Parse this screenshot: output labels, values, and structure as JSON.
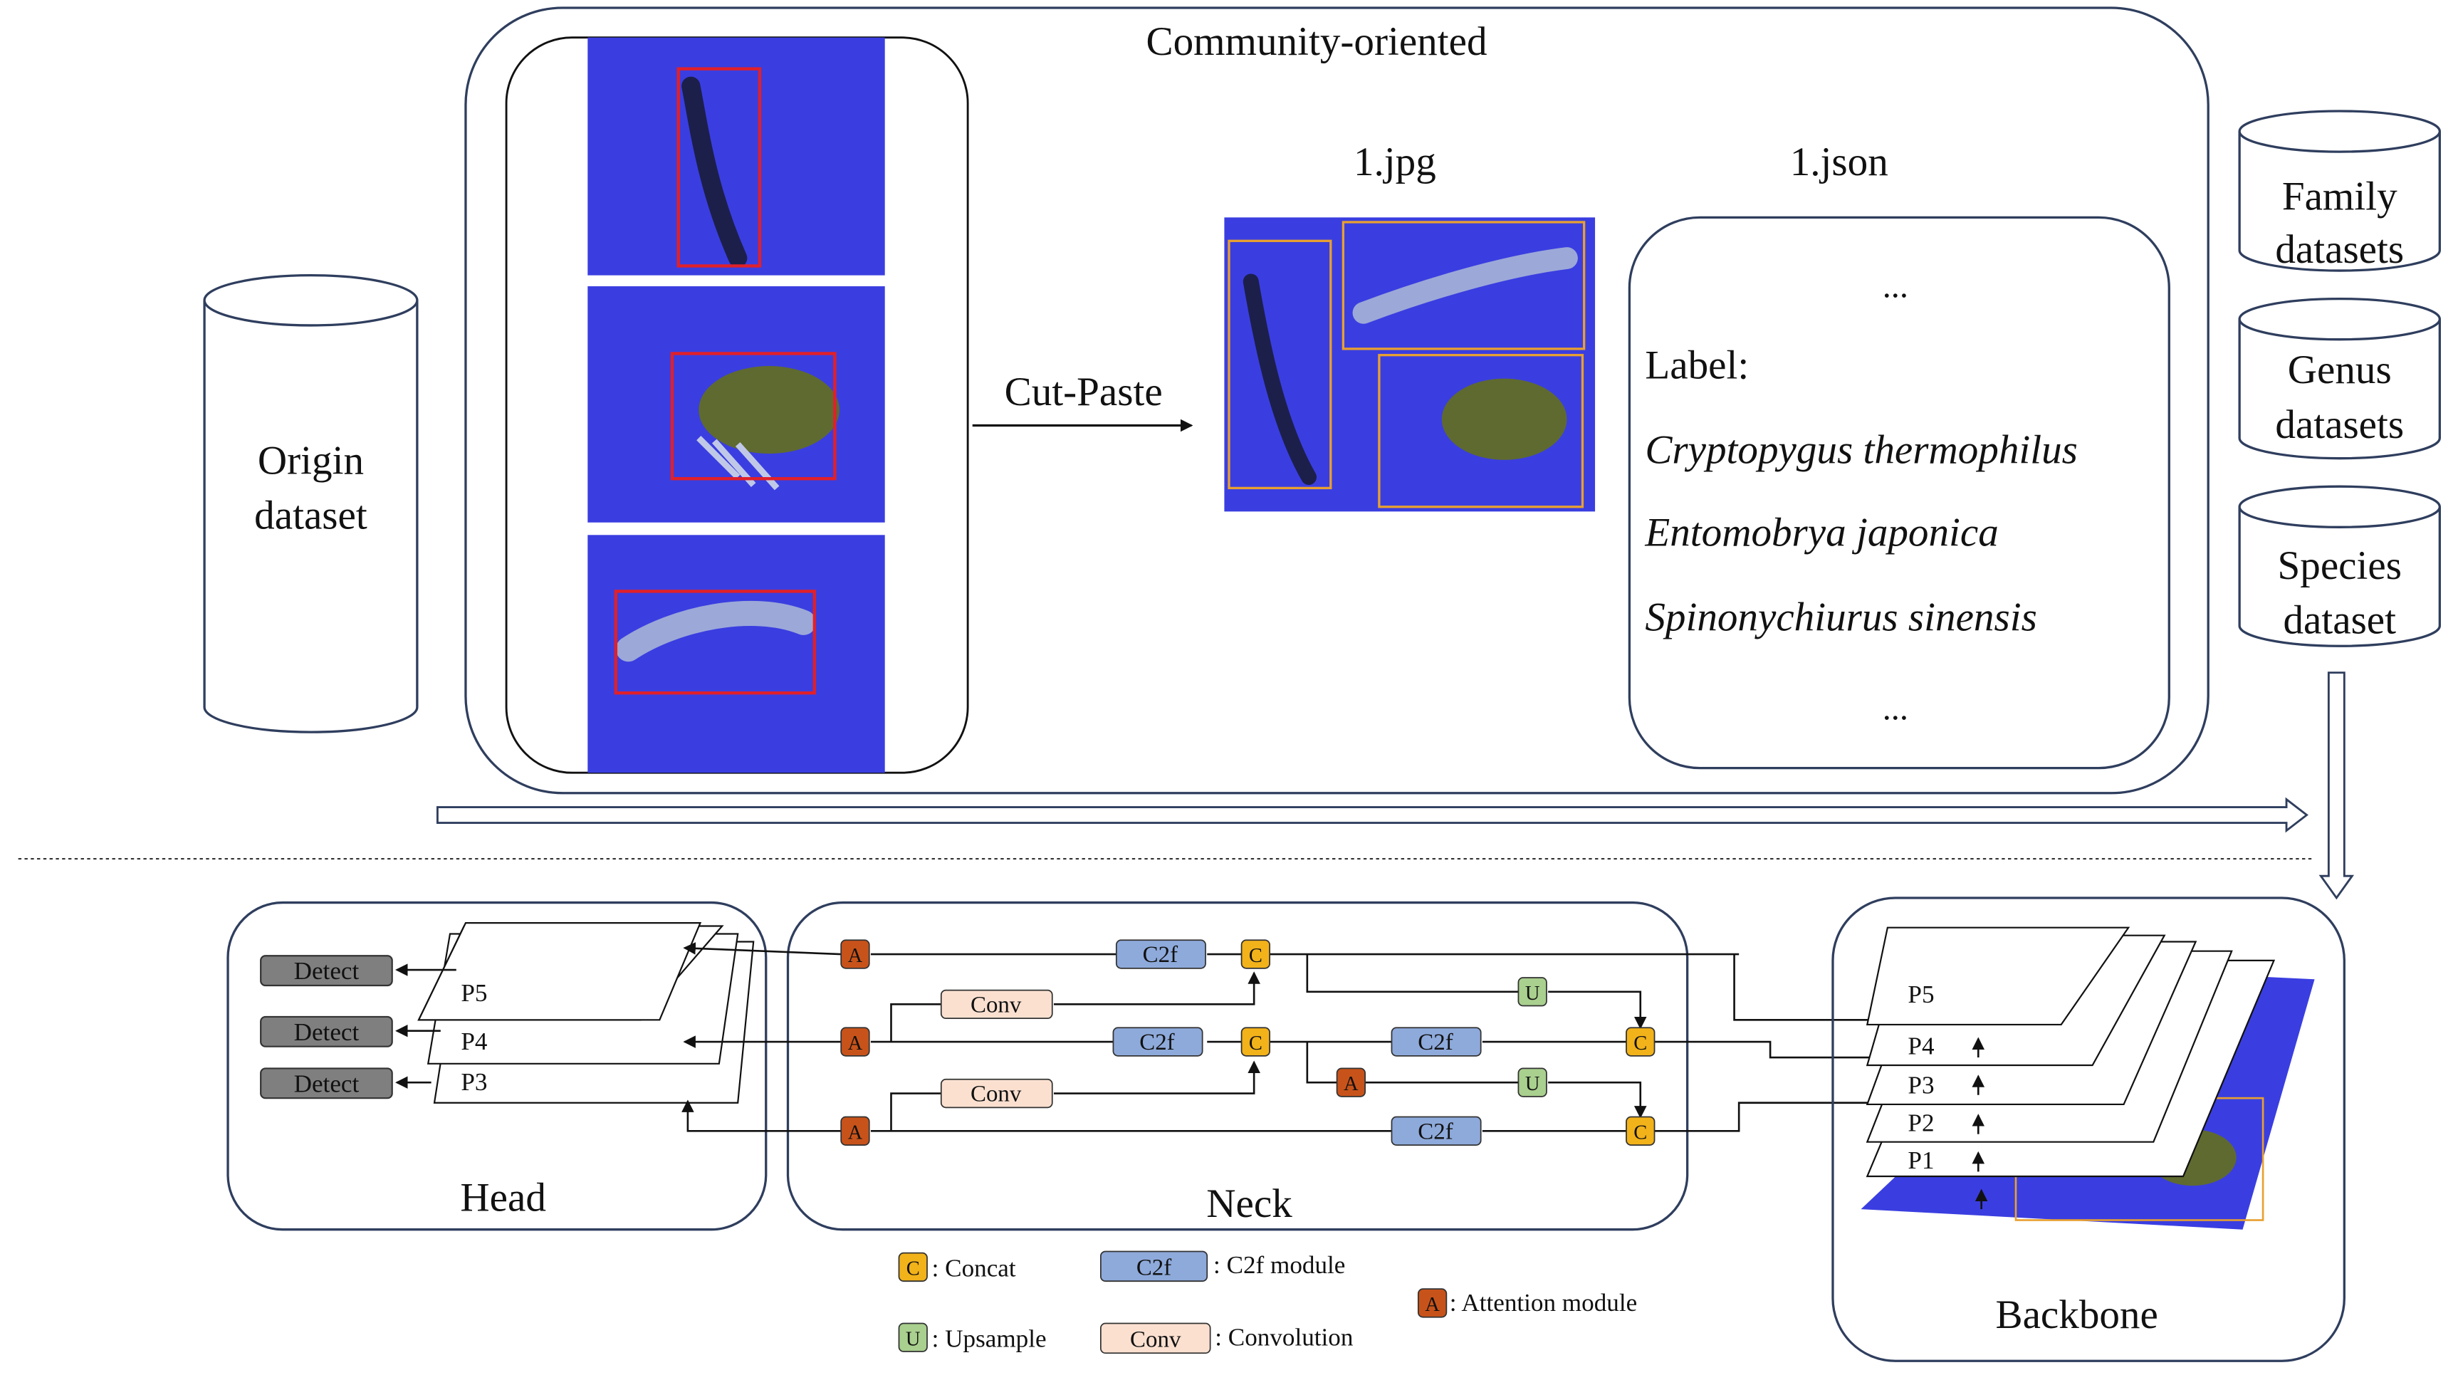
{
  "top": {
    "title": "Community-oriented",
    "origin_dataset": [
      "Origin",
      "dataset"
    ],
    "cut_paste_label": "Cut-Paste",
    "image_file_label": "1.jpg",
    "json_file_label": "1.json",
    "json_box": {
      "ellipsis_top": "...",
      "label_key": "Label:",
      "species": [
        "Cryptopygus thermophilus",
        "Entomobrya japonica",
        "Spinonychiurus sinensis"
      ],
      "ellipsis_bottom": "..."
    },
    "datasets": [
      {
        "line1": "Family",
        "line2": "datasets"
      },
      {
        "line1": "Genus",
        "line2": "datasets"
      },
      {
        "line1": "Species",
        "line2": "dataset"
      }
    ],
    "colors": {
      "specimen_bg": "#3a3ee0",
      "bbox_source": "#e0202a",
      "bbox_pasted": "#e8a030",
      "outline": "#2f3e5e"
    }
  },
  "bottom": {
    "head": {
      "title": "Head",
      "detect_labels": [
        "Detect",
        "Detect",
        "Detect"
      ],
      "levels": [
        "P5",
        "P4",
        "P3"
      ]
    },
    "neck": {
      "title": "Neck",
      "attention": "A",
      "concat": "C",
      "upsample": "U",
      "c2f": "C2f",
      "conv": "Conv"
    },
    "backbone": {
      "title": "Backbone",
      "levels": [
        "P5",
        "P4",
        "P3",
        "P2",
        "P1"
      ]
    },
    "legend": [
      {
        "symbol": "C",
        "text": ": Concat",
        "kind": "concat"
      },
      {
        "symbol": "C2f",
        "text": ": C2f module",
        "kind": "c2f"
      },
      {
        "symbol": "A",
        "text": ": Attention module",
        "kind": "attention"
      },
      {
        "symbol": "U",
        "text": ": Upsample",
        "kind": "upsample"
      },
      {
        "symbol": "Conv",
        "text": ": Convolution",
        "kind": "conv"
      }
    ],
    "colors": {
      "attention": "#c8531a",
      "concat": "#f2b21a",
      "upsample": "#a9d08e",
      "c2f": "#8eaadb",
      "conv": "#fbe0d0",
      "detect": "#7f7f7f"
    }
  }
}
